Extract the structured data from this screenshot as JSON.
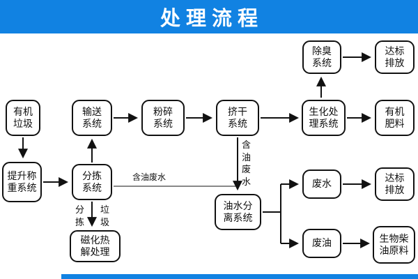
{
  "title": "处理流程",
  "colors": {
    "accent": "#1182e2",
    "line": "#111111"
  },
  "nodes": {
    "organic_waste": {
      "label": "有机\n垃圾"
    },
    "lifting_weighing": {
      "label": "提升称\n重系统"
    },
    "sorting": {
      "label": "分拣\n系统"
    },
    "conveying": {
      "label": "输送\n系统"
    },
    "crushing": {
      "label": "粉碎\n系统"
    },
    "squeezing": {
      "label": "挤干\n系统"
    },
    "biochemical": {
      "label": "生化处\n理系统"
    },
    "deodorizing": {
      "label": "除臭\n系统"
    },
    "discharge_top": {
      "label": "达标\n排放"
    },
    "organic_fertilizer": {
      "label": "有机\n肥料"
    },
    "oil_water": {
      "label": "油水分\n离系统"
    },
    "wastewater": {
      "label": "废水"
    },
    "discharge_bottom": {
      "label": "达标\n排放"
    },
    "waste_oil": {
      "label": "废油"
    },
    "biodiesel": {
      "label": "生物柴\n油原料"
    },
    "pyrolysis": {
      "label": "磁化热\n解处理"
    }
  },
  "edge_labels": {
    "oily_wastewater_h": "含油废水",
    "oily_wastewater_v": "含\n油\n废\n水",
    "sorted_v": "分\n拣",
    "garbage_v": "垃\n圾"
  },
  "edges": [
    {
      "from": "有机垃圾",
      "to": "提升称重系统"
    },
    {
      "from": "提升称重系统",
      "to": "分拣系统"
    },
    {
      "from": "分拣系统",
      "to": "输送系统"
    },
    {
      "from": "输送系统",
      "to": "粉碎系统"
    },
    {
      "from": "粉碎系统",
      "to": "挤干系统"
    },
    {
      "from": "挤干系统",
      "to": "生化处理系统"
    },
    {
      "from": "生化处理系统",
      "to": "除臭系统"
    },
    {
      "from": "除臭系统",
      "to": "达标排放"
    },
    {
      "from": "生化处理系统",
      "to": "有机肥料"
    },
    {
      "from": "挤干系统",
      "to": "油水分离系统",
      "label": "含油废水"
    },
    {
      "from": "分拣系统",
      "to": "油水分离系统",
      "label": "含油废水"
    },
    {
      "from": "分拣系统",
      "to": "磁化热解处理",
      "label": "分拣垃圾"
    },
    {
      "from": "油水分离系统",
      "to": "废水"
    },
    {
      "from": "油水分离系统",
      "to": "废油"
    },
    {
      "from": "废水",
      "to": "达标排放"
    },
    {
      "from": "废油",
      "to": "生物柴油原料"
    }
  ]
}
